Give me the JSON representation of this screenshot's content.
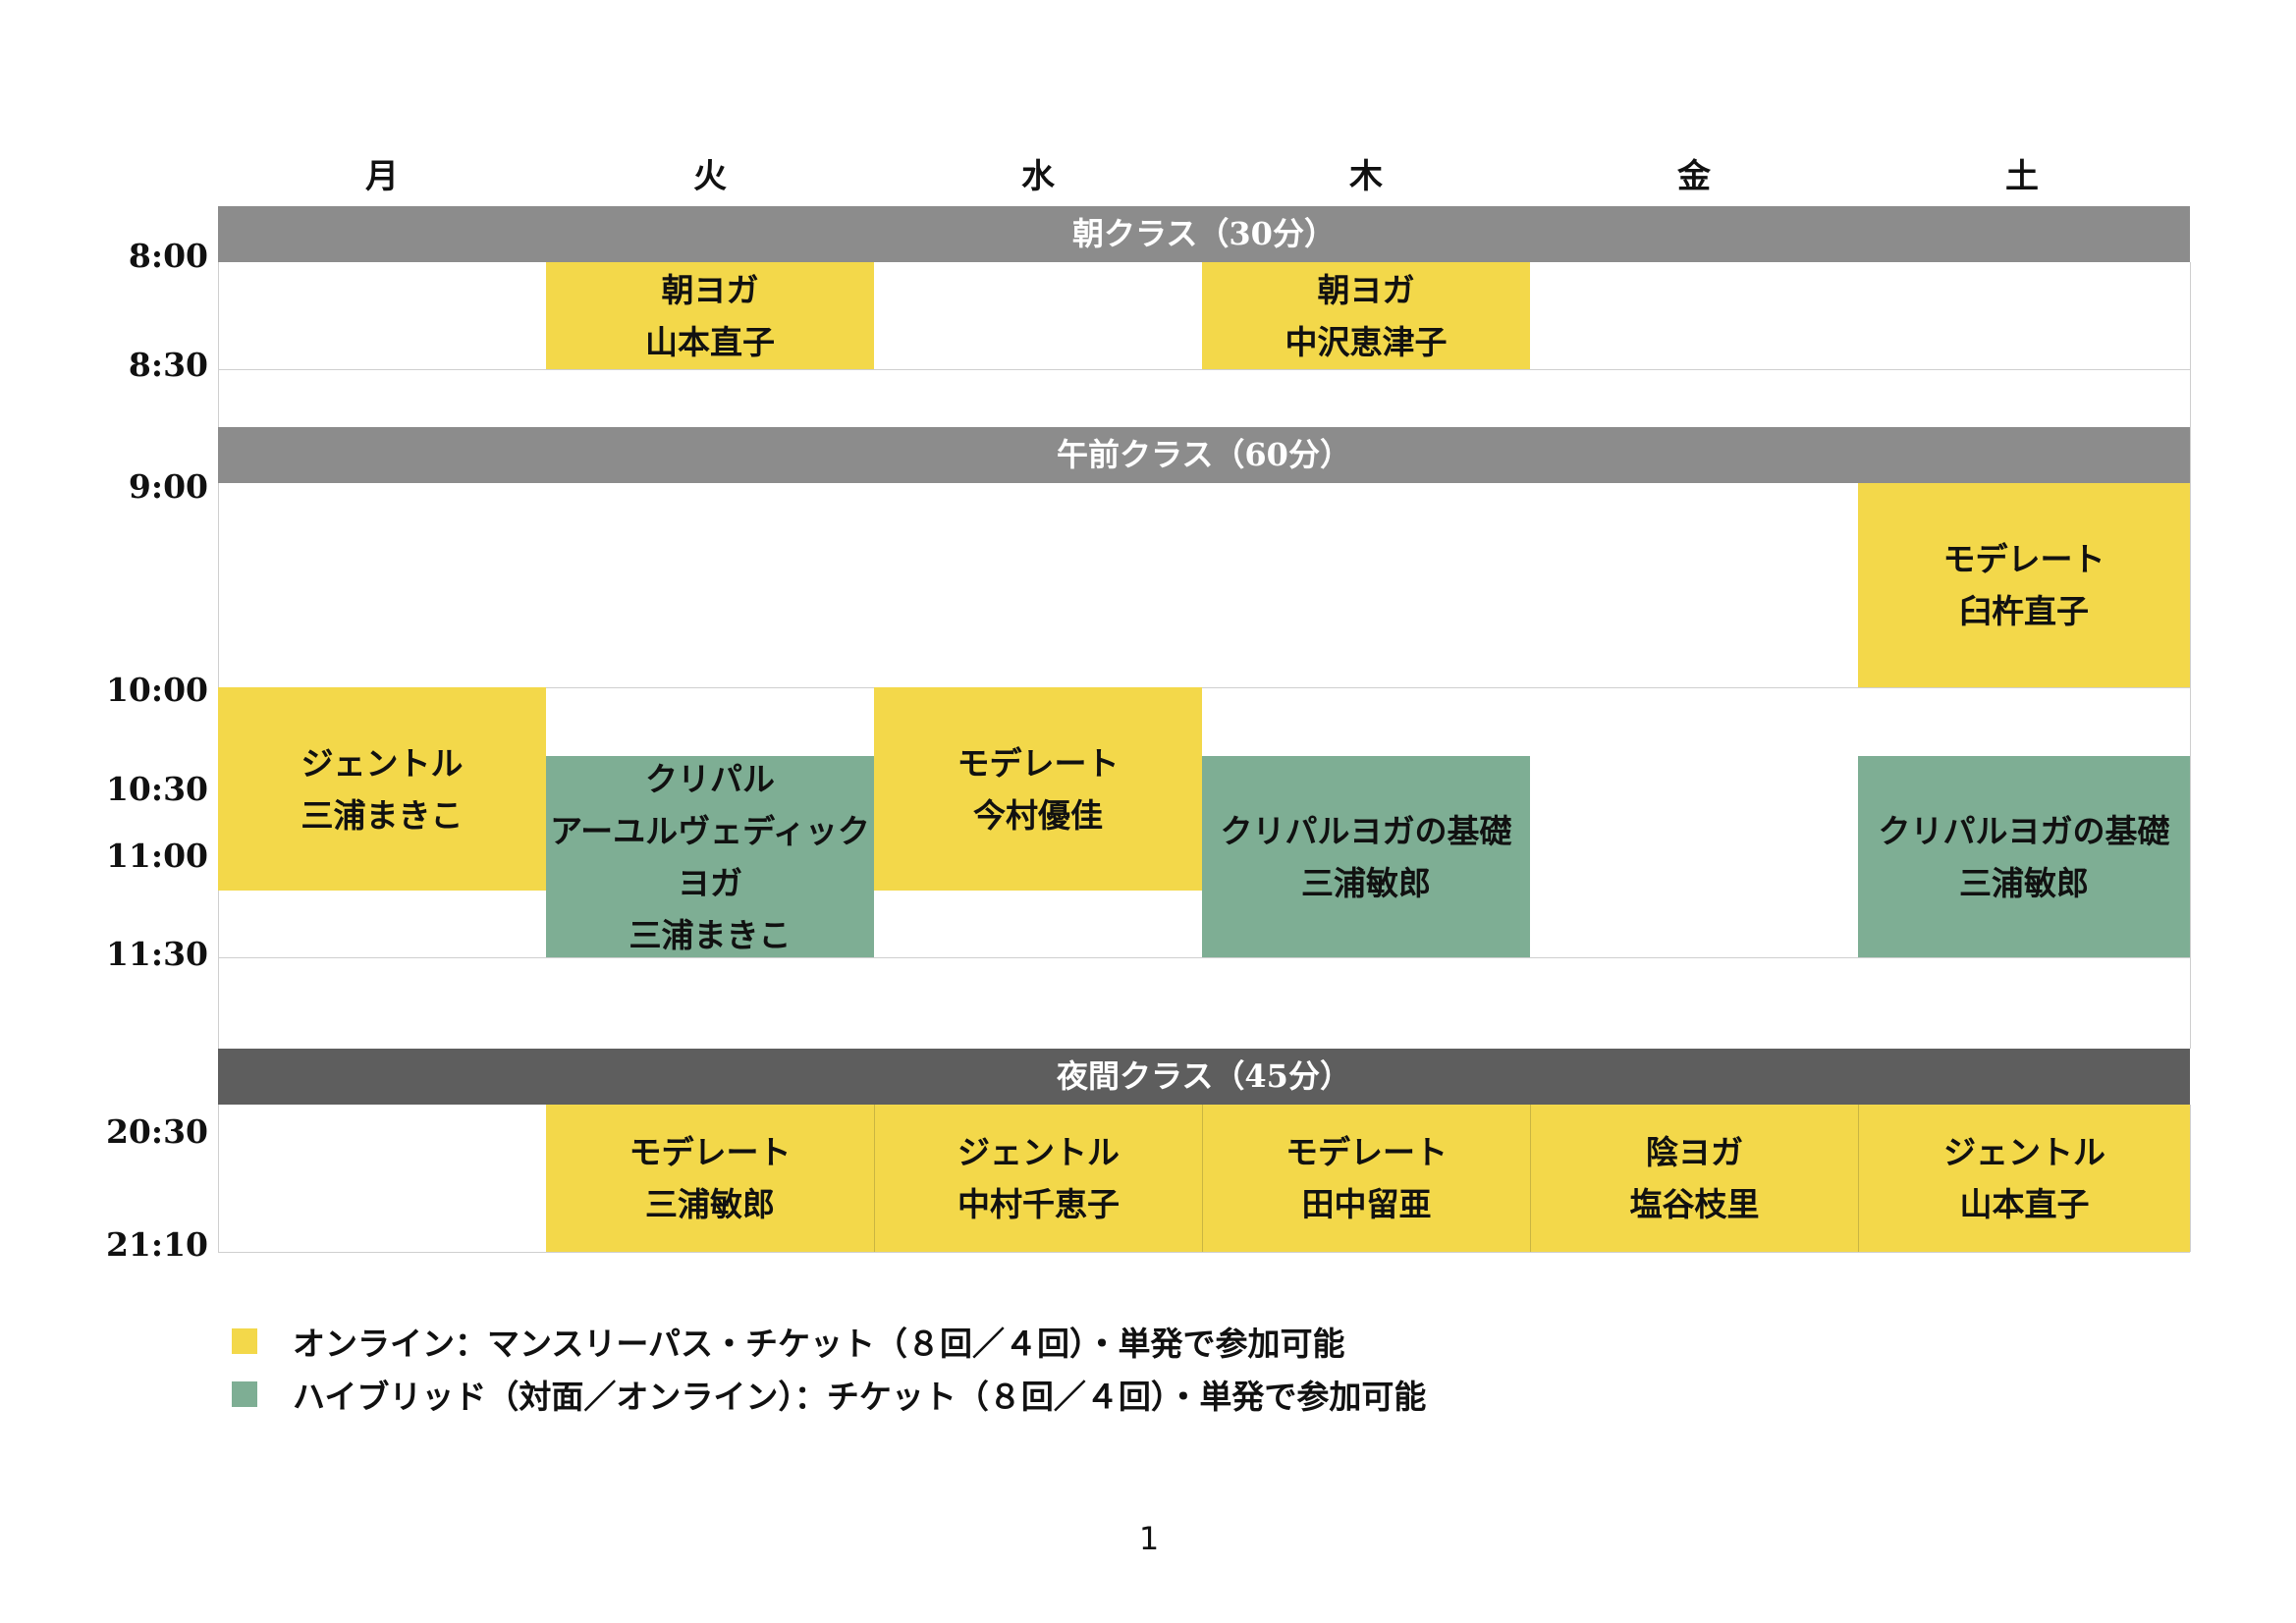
{
  "days": [
    "月",
    "火",
    "水",
    "木",
    "金",
    "土"
  ],
  "bands": {
    "morning": "朝クラス（30分）",
    "forenoon": "午前クラス（60分）",
    "night": "夜間クラス（45分）"
  },
  "times": [
    "8:00",
    "8:30",
    "9:00",
    "10:00",
    "10:30",
    "11:00",
    "11:30",
    "20:30",
    "21:10"
  ],
  "colors": {
    "online": "#f3d84a",
    "hybrid": "#7eae94",
    "band_gray": "#8c8c8c",
    "band_dark": "#5e5e5e"
  },
  "classes": {
    "tue_morning": {
      "lines": [
        "朝ヨガ",
        "山本直子"
      ],
      "type": "online"
    },
    "thu_morning": {
      "lines": [
        "朝ヨガ",
        "中沢恵津子"
      ],
      "type": "online"
    },
    "sat_0900": {
      "lines": [
        "モデレート",
        "臼杵直子"
      ],
      "type": "online"
    },
    "mon_1000": {
      "lines": [
        "ジェントル",
        "三浦まきこ"
      ],
      "type": "online"
    },
    "tue_1030": {
      "lines": [
        "クリパル",
        "アーユルヴェディック",
        "ヨガ",
        "三浦まきこ"
      ],
      "type": "hybrid"
    },
    "wed_1000": {
      "lines": [
        "モデレート",
        "今村優佳"
      ],
      "type": "online"
    },
    "thu_1030": {
      "lines": [
        "クリパルヨガの基礎",
        "三浦敏郎"
      ],
      "type": "hybrid"
    },
    "sat_1030": {
      "lines": [
        "クリパルヨガの基礎",
        "三浦敏郎"
      ],
      "type": "hybrid"
    },
    "tue_night": {
      "lines": [
        "モデレート",
        "三浦敏郎"
      ],
      "type": "online"
    },
    "wed_night": {
      "lines": [
        "ジェントル",
        "中村千恵子"
      ],
      "type": "online"
    },
    "thu_night": {
      "lines": [
        "モデレート",
        "田中留亜"
      ],
      "type": "online"
    },
    "fri_night": {
      "lines": [
        "陰ヨガ",
        "塩谷枝里"
      ],
      "type": "online"
    },
    "sat_night": {
      "lines": [
        "ジェントル",
        "山本直子"
      ],
      "type": "online"
    }
  },
  "legend": {
    "online": "オンライン：マンスリーパス・チケット（８回／４回）・単発で参加可能",
    "hybrid": "ハイブリッド（対面／オンライン）：チケット（８回／４回）・単発で参加可能"
  },
  "page_number": "1"
}
